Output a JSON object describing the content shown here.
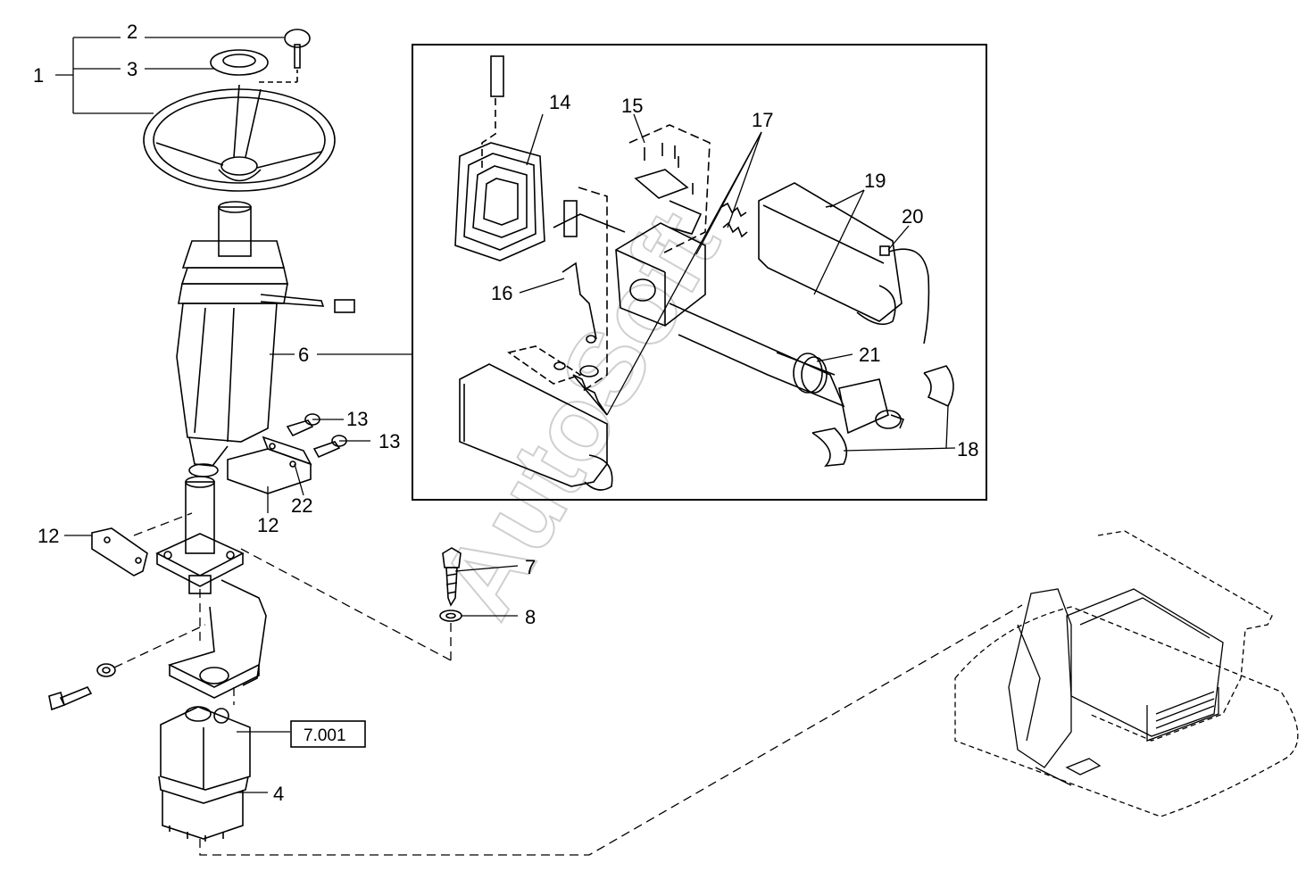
{
  "callouts": {
    "c1": "1",
    "c2": "2",
    "c3": "3",
    "c4": "4",
    "c6": "6",
    "c7": "7",
    "c8": "8",
    "c12a": "12",
    "c12b": "12",
    "c13a": "13",
    "c13b": "13",
    "c14": "14",
    "c15": "15",
    "c16": "16",
    "c17": "17",
    "c18": "18",
    "c19": "19",
    "c20": "20",
    "c21": "21",
    "c22": "22"
  },
  "reference_box": "7.001",
  "watermark": "AutoSoft",
  "colors": {
    "line": "#000000",
    "watermark": "#cfcfcf",
    "background": "#ffffff"
  }
}
